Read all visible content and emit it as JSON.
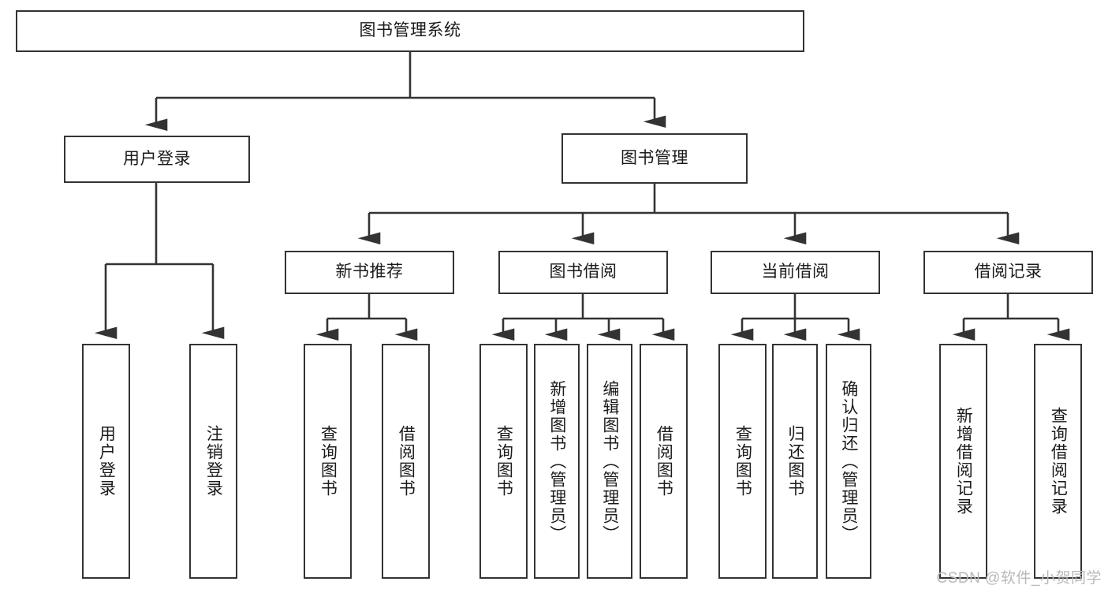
{
  "diagram": {
    "title": "图书管理系统",
    "type": "tree-hierarchy-chart",
    "colors": {
      "background": "#ffffff",
      "node_border": "#333333",
      "node_fill": "#ffffff",
      "edge": "#333333",
      "text": "#1b1b1b",
      "watermark": "#b9b9b9"
    },
    "root": {
      "label": "图书管理系统"
    },
    "level2": [
      {
        "id": "user-login",
        "label": "用户登录"
      },
      {
        "id": "book-manage",
        "label": "图书管理"
      }
    ],
    "level3": [
      {
        "id": "new-book-recommend",
        "label": "新书推荐"
      },
      {
        "id": "book-borrow",
        "label": "图书借阅"
      },
      {
        "id": "current-borrow",
        "label": "当前借阅"
      },
      {
        "id": "borrow-record",
        "label": "借阅记录"
      }
    ],
    "leaves": {
      "user_login": [
        {
          "id": "leaf-user-login",
          "label": "用户登录"
        },
        {
          "id": "leaf-logout",
          "label": "注销登录"
        }
      ],
      "new_book_recommend": [
        {
          "id": "leaf-query-book-1",
          "label": "查询图书"
        },
        {
          "id": "leaf-borrow-book-1",
          "label": "借阅图书"
        }
      ],
      "book_borrow": [
        {
          "id": "leaf-query-book-2",
          "label": "查询图书"
        },
        {
          "id": "leaf-add-book",
          "label": "新增图书（管理员）"
        },
        {
          "id": "leaf-edit-book",
          "label": "编辑图书（管理员）"
        },
        {
          "id": "leaf-borrow-book-2",
          "label": "借阅图书"
        }
      ],
      "current_borrow": [
        {
          "id": "leaf-query-book-3",
          "label": "查询图书"
        },
        {
          "id": "leaf-return-book",
          "label": "归还图书"
        },
        {
          "id": "leaf-confirm-return",
          "label": "确认归还（管理员）"
        }
      ],
      "borrow_record": [
        {
          "id": "leaf-add-record",
          "label": "新增借阅记录"
        },
        {
          "id": "leaf-query-record",
          "label": "查询借阅记录"
        }
      ]
    },
    "watermark": "CSDN @软件_小贺同学"
  }
}
